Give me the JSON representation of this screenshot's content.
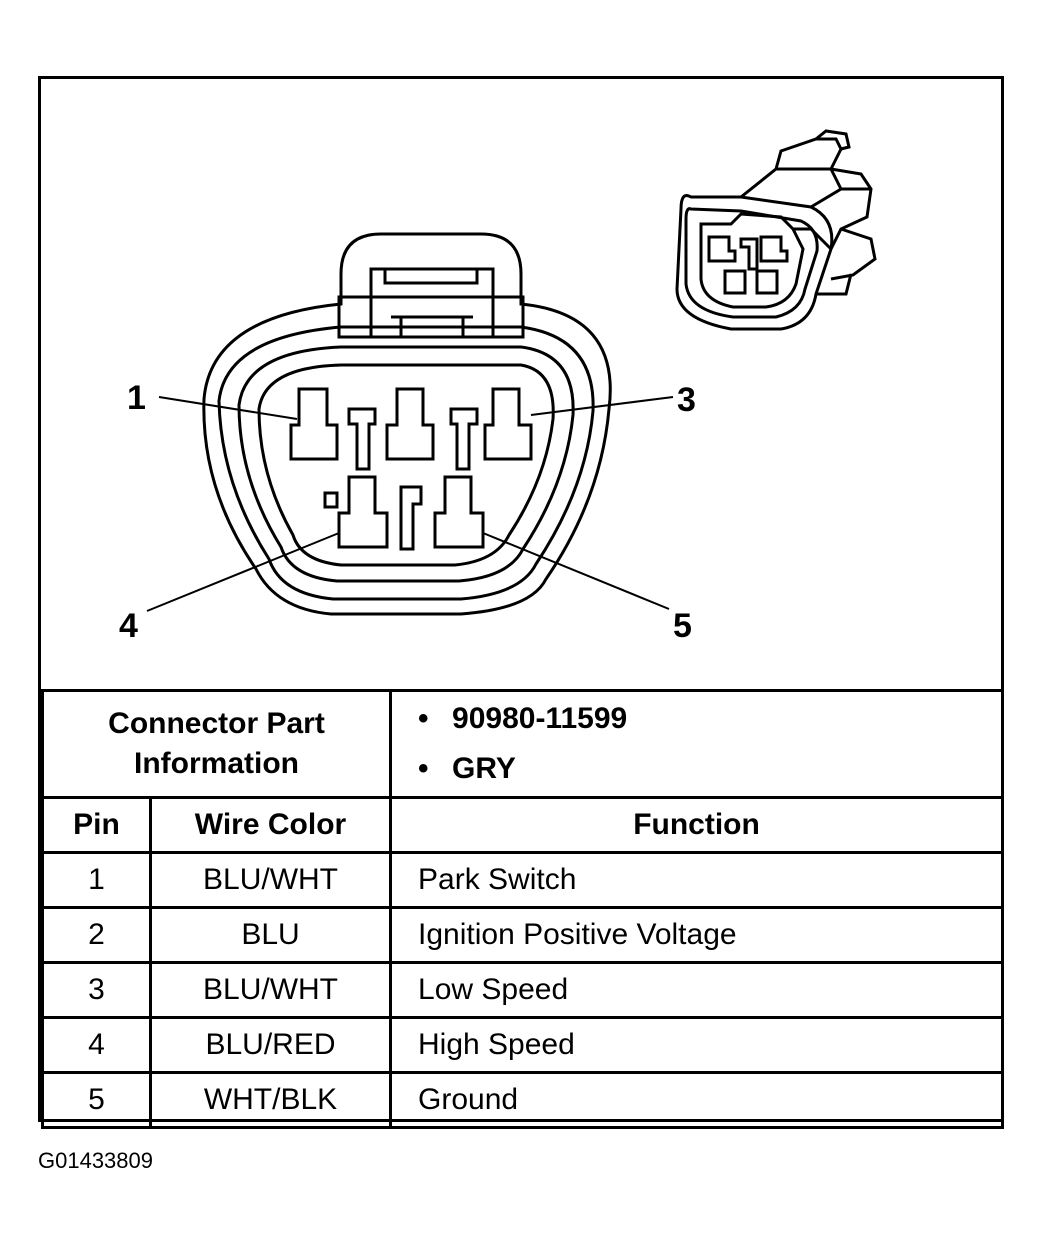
{
  "diagram": {
    "pin_callouts": [
      "1",
      "3",
      "4",
      "5"
    ]
  },
  "connector_info": {
    "label_line1": "Connector Part",
    "label_line2": "Information",
    "items": [
      "90980-11599",
      "GRY"
    ]
  },
  "table": {
    "headers": [
      "Pin",
      "Wire Color",
      "Function"
    ],
    "rows": [
      {
        "pin": "1",
        "color": "BLU/WHT",
        "function": "Park Switch"
      },
      {
        "pin": "2",
        "color": "BLU",
        "function": "Ignition Positive Voltage"
      },
      {
        "pin": "3",
        "color": "BLU/WHT",
        "function": "Low Speed"
      },
      {
        "pin": "4",
        "color": "BLU/RED",
        "function": "High Speed"
      },
      {
        "pin": "5",
        "color": "WHT/BLK",
        "function": "Ground"
      }
    ]
  },
  "figure_id": "G01433809"
}
